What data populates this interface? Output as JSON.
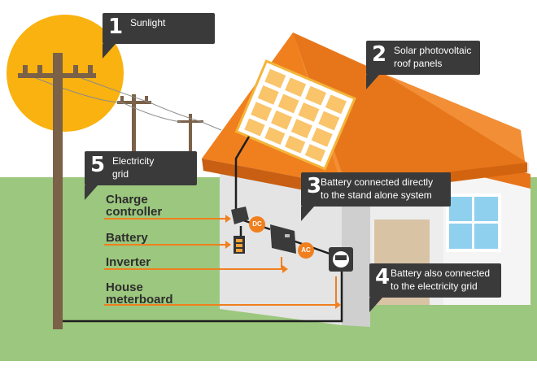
{
  "callouts": [
    {
      "id": "sunlight",
      "number": "1",
      "text": "Sunlight"
    },
    {
      "id": "solar-panels",
      "number": "2",
      "text": "Solar photovoltaic\nroof panels"
    },
    {
      "id": "battery-standalone",
      "number": "3",
      "text": "Battery connected directly\nto the stand alone system"
    },
    {
      "id": "battery-grid",
      "number": "4",
      "text": "Battery also connected\nto the electricity grid"
    },
    {
      "id": "electricity-grid",
      "number": "5",
      "text": "Electricity\ngrid"
    }
  ],
  "components": [
    {
      "id": "charge-controller",
      "label": "Charge\ncontroller"
    },
    {
      "id": "battery",
      "label": "Battery"
    },
    {
      "id": "inverter",
      "label": "Inverter"
    },
    {
      "id": "house-meterboard",
      "label": "House\nmeterboard"
    }
  ],
  "badges": {
    "dc": "DC",
    "ac": "AC"
  },
  "colors": {
    "sun": "#f9b20f",
    "roof": "#f07f1e",
    "grass": "#9cc77e",
    "wall": "#eeeeee",
    "callout_bg": "#3a3a3a",
    "pole": "#7a6148",
    "window": "#8fd0ef"
  }
}
